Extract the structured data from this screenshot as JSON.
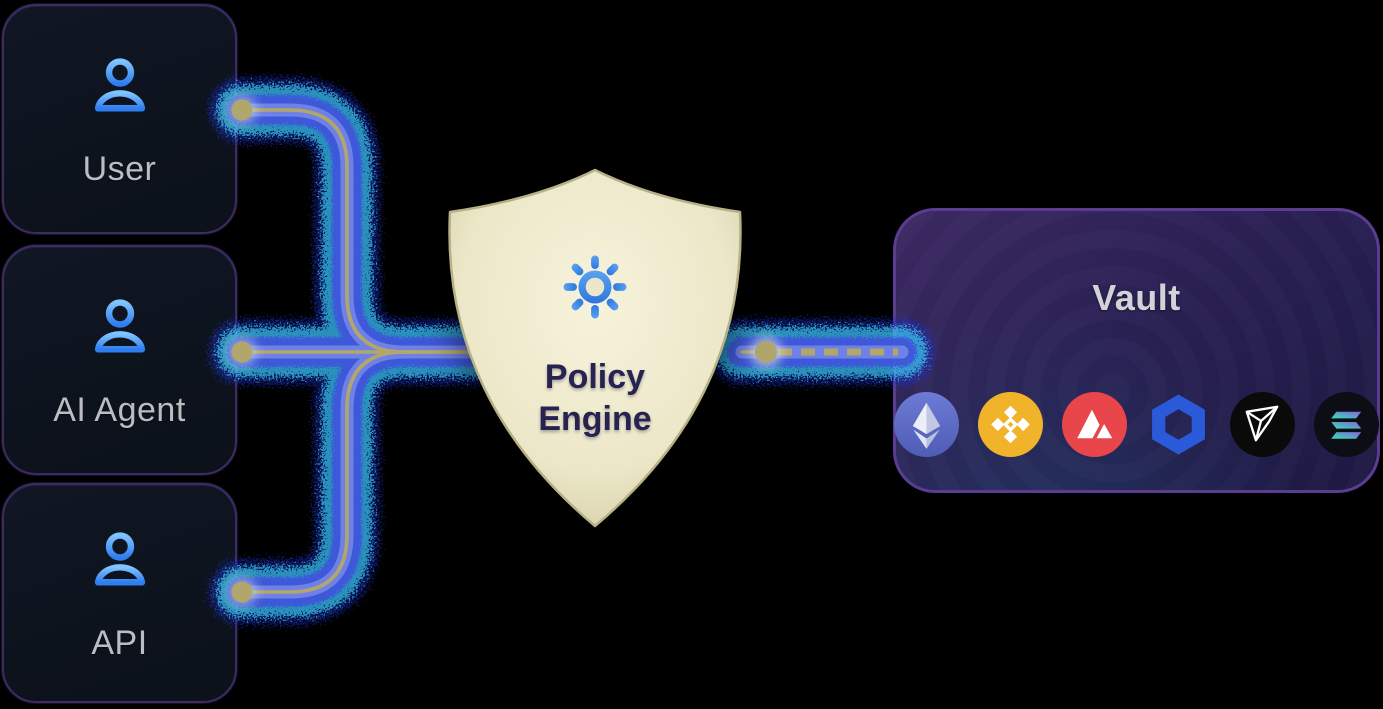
{
  "sources": [
    {
      "id": "user",
      "label": "User",
      "icon": "person-icon"
    },
    {
      "id": "ai-agent",
      "label": "AI Agent",
      "icon": "person-icon"
    },
    {
      "id": "api",
      "label": "API",
      "icon": "person-icon"
    }
  ],
  "policy_engine": {
    "icon": "gear-icon",
    "label_line1": "Policy",
    "label_line2": "Engine"
  },
  "vault": {
    "title": "Vault",
    "assets": [
      {
        "name": "ethereum",
        "color": "#6474cc"
      },
      {
        "name": "bnb",
        "color": "#f0b32a"
      },
      {
        "name": "avalanche",
        "color": "#e8464b"
      },
      {
        "name": "chainlink",
        "color": "#2a5ada"
      },
      {
        "name": "tron",
        "color": "#0a0a0a"
      },
      {
        "name": "solana",
        "color": "#0d0d15",
        "gradient_start": "#2ee6b7",
        "gradient_end": "#8a5fd8"
      }
    ]
  },
  "edges": [
    {
      "from": "User",
      "to": "Policy Engine"
    },
    {
      "from": "AI Agent",
      "to": "Policy Engine"
    },
    {
      "from": "API",
      "to": "Policy Engine"
    },
    {
      "from": "Policy Engine",
      "to": "Vault"
    }
  ],
  "colors": {
    "background": "#000000",
    "box_bg": "#0d131d",
    "box_border": "#3e2b63",
    "label_silver": "#bcbdc2",
    "person_icon_blue": "#3d8bfd",
    "shield_fill": "#eee9cd",
    "shield_border": "#b7b188",
    "gear_blue": "#3c87ea",
    "engine_text": "#262350",
    "vault_bg": "#2b2154",
    "vault_border": "#5b3c92",
    "wire_core": "#b1a76c",
    "glow_cyan": "#3ce6ff",
    "glow_blue": "#3f51dc"
  }
}
